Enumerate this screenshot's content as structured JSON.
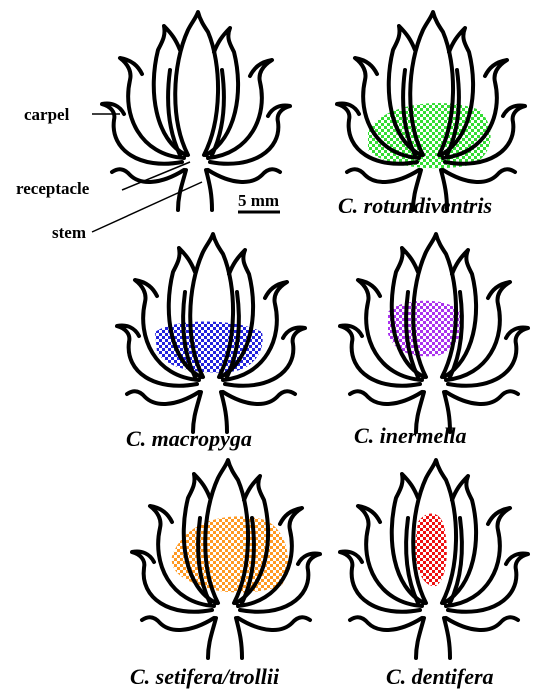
{
  "labels": {
    "carpel": "carpel",
    "receptacle": "receptacle",
    "stem": "stem",
    "scale_bar": "5 mm"
  },
  "panels": [
    {
      "id": "reference",
      "species": "",
      "highlight_color": ""
    },
    {
      "id": "rotundiventris",
      "species": "C. rotundiventris",
      "highlight_color": "#33dd33"
    },
    {
      "id": "macropyga",
      "species": "C. macropyga",
      "highlight_color": "#2222dd"
    },
    {
      "id": "inermella",
      "species": "C. inermella",
      "highlight_color": "#aa33ee"
    },
    {
      "id": "setifera",
      "species": "C. setifera/trollii",
      "highlight_color": "#ff9922"
    },
    {
      "id": "dentifera",
      "species": "C. dentifera",
      "highlight_color": "#ee1111"
    }
  ]
}
